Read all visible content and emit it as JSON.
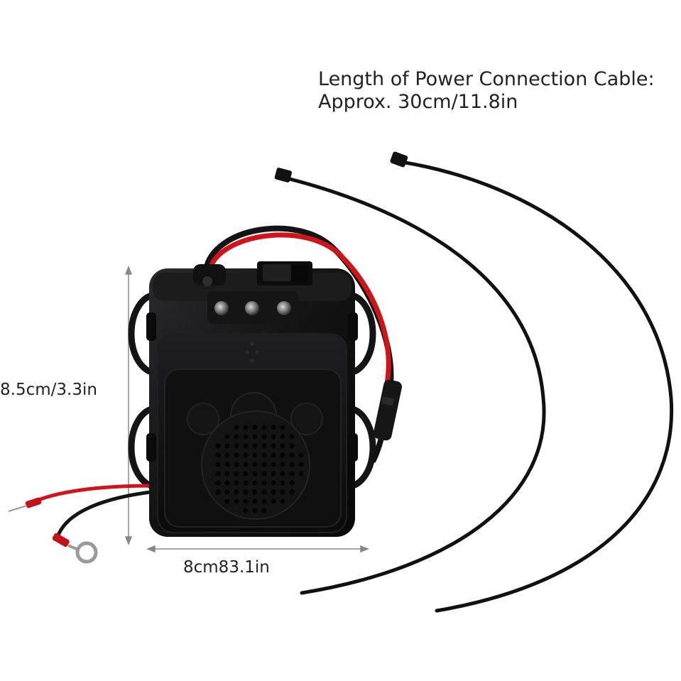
{
  "caption": {
    "line1": "Length of Power Connection Cable:",
    "line2": "Approx. 30cm/11.8in"
  },
  "dimensions": {
    "height_label": "8.5cm/3.3in",
    "width_label": "8cm83.1in"
  },
  "product": {
    "body_color": "#0f0f10",
    "red_wire_color": "#d0141a",
    "black_wire_color": "#151515",
    "indicator_lights": 3
  },
  "icons": [
    "rocker-switch-icon",
    "speaker-grille-icon",
    "cable-tie-icon",
    "ring-terminal-icon"
  ]
}
